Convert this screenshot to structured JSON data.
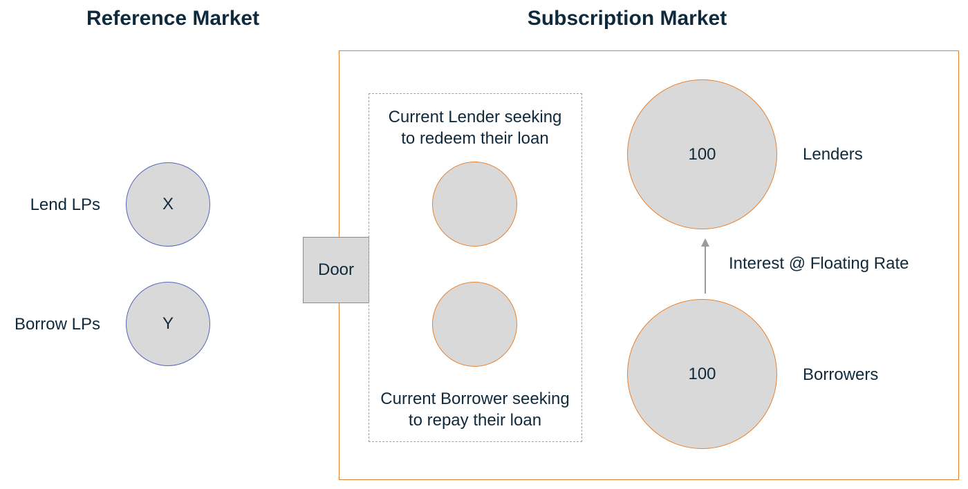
{
  "titles": {
    "reference_market": "Reference Market",
    "subscription_market": "Subscription Market"
  },
  "reference_market": {
    "lend_lps_label": "Lend LPs",
    "lend_lps_value": "X",
    "borrow_lps_label": "Borrow LPs",
    "borrow_lps_value": "Y"
  },
  "door": {
    "label": "Door"
  },
  "exit_zone": {
    "lender_exit_line1": "Current Lender seeking",
    "lender_exit_line2": "to redeem their loan",
    "borrower_exit_line1": "Current Borrower seeking",
    "borrower_exit_line2": "to repay their loan"
  },
  "subscription_market": {
    "lenders_value": "100",
    "lenders_label": "Lenders",
    "borrowers_value": "100",
    "borrowers_label": "Borrowers",
    "interest_label": "Interest @ Floating Rate"
  },
  "colors": {
    "title_text": "#0f2a3c",
    "circle_fill": "#d9d9d9",
    "reference_circle_border": "#5566b8",
    "subscription_border": "#e8802c",
    "exit_zone_border": "#5fc2a6",
    "arrow": "#9a9a9a"
  }
}
